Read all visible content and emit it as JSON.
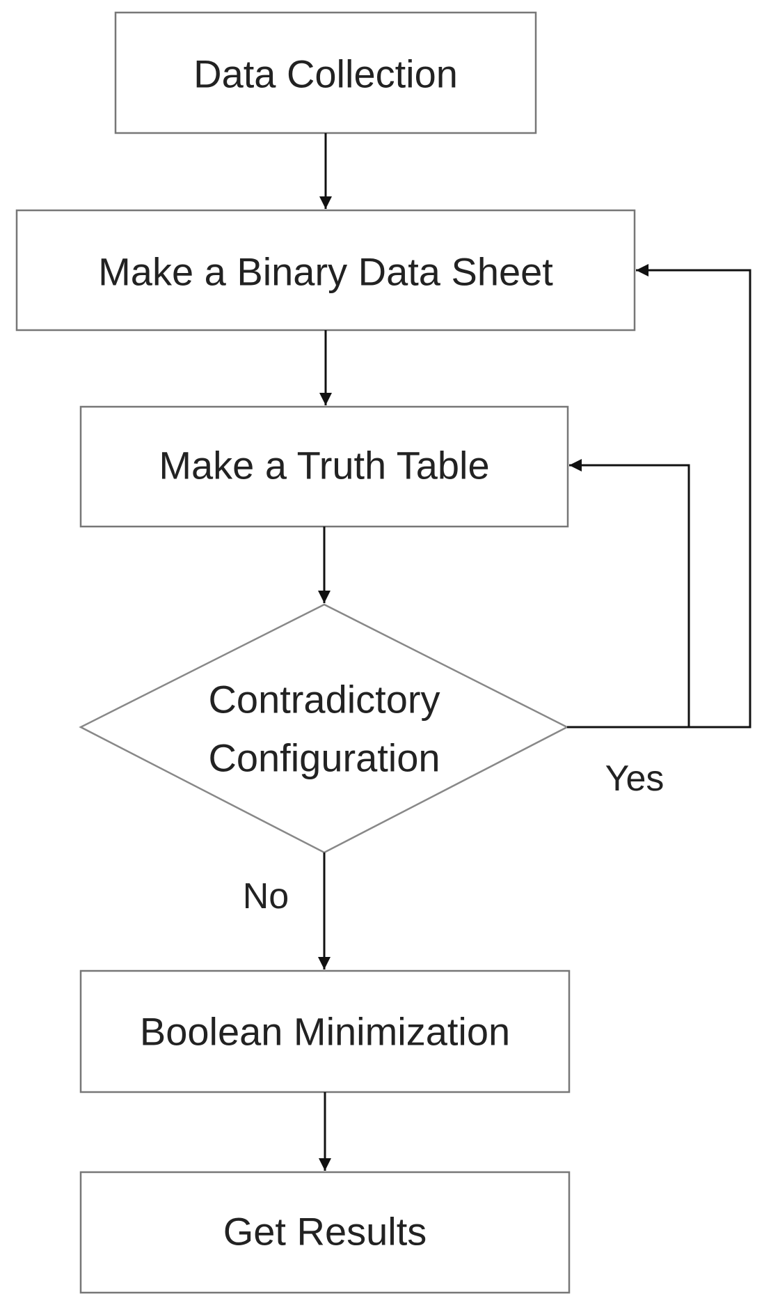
{
  "diagram": {
    "nodes": {
      "data_collection": "Data Collection",
      "binary_data_sheet": "Make a Binary Data Sheet",
      "truth_table": "Make a Truth Table",
      "contradictory_line1": "Contradictory",
      "contradictory_line2": "Configuration",
      "boolean_minimization": "Boolean Minimization",
      "get_results": "Get Results"
    },
    "edge_labels": {
      "yes": "Yes",
      "no": "No"
    },
    "colors": {
      "box_border": "#777777",
      "arrow": "#111111",
      "text": "#222222",
      "background": "#ffffff"
    }
  }
}
